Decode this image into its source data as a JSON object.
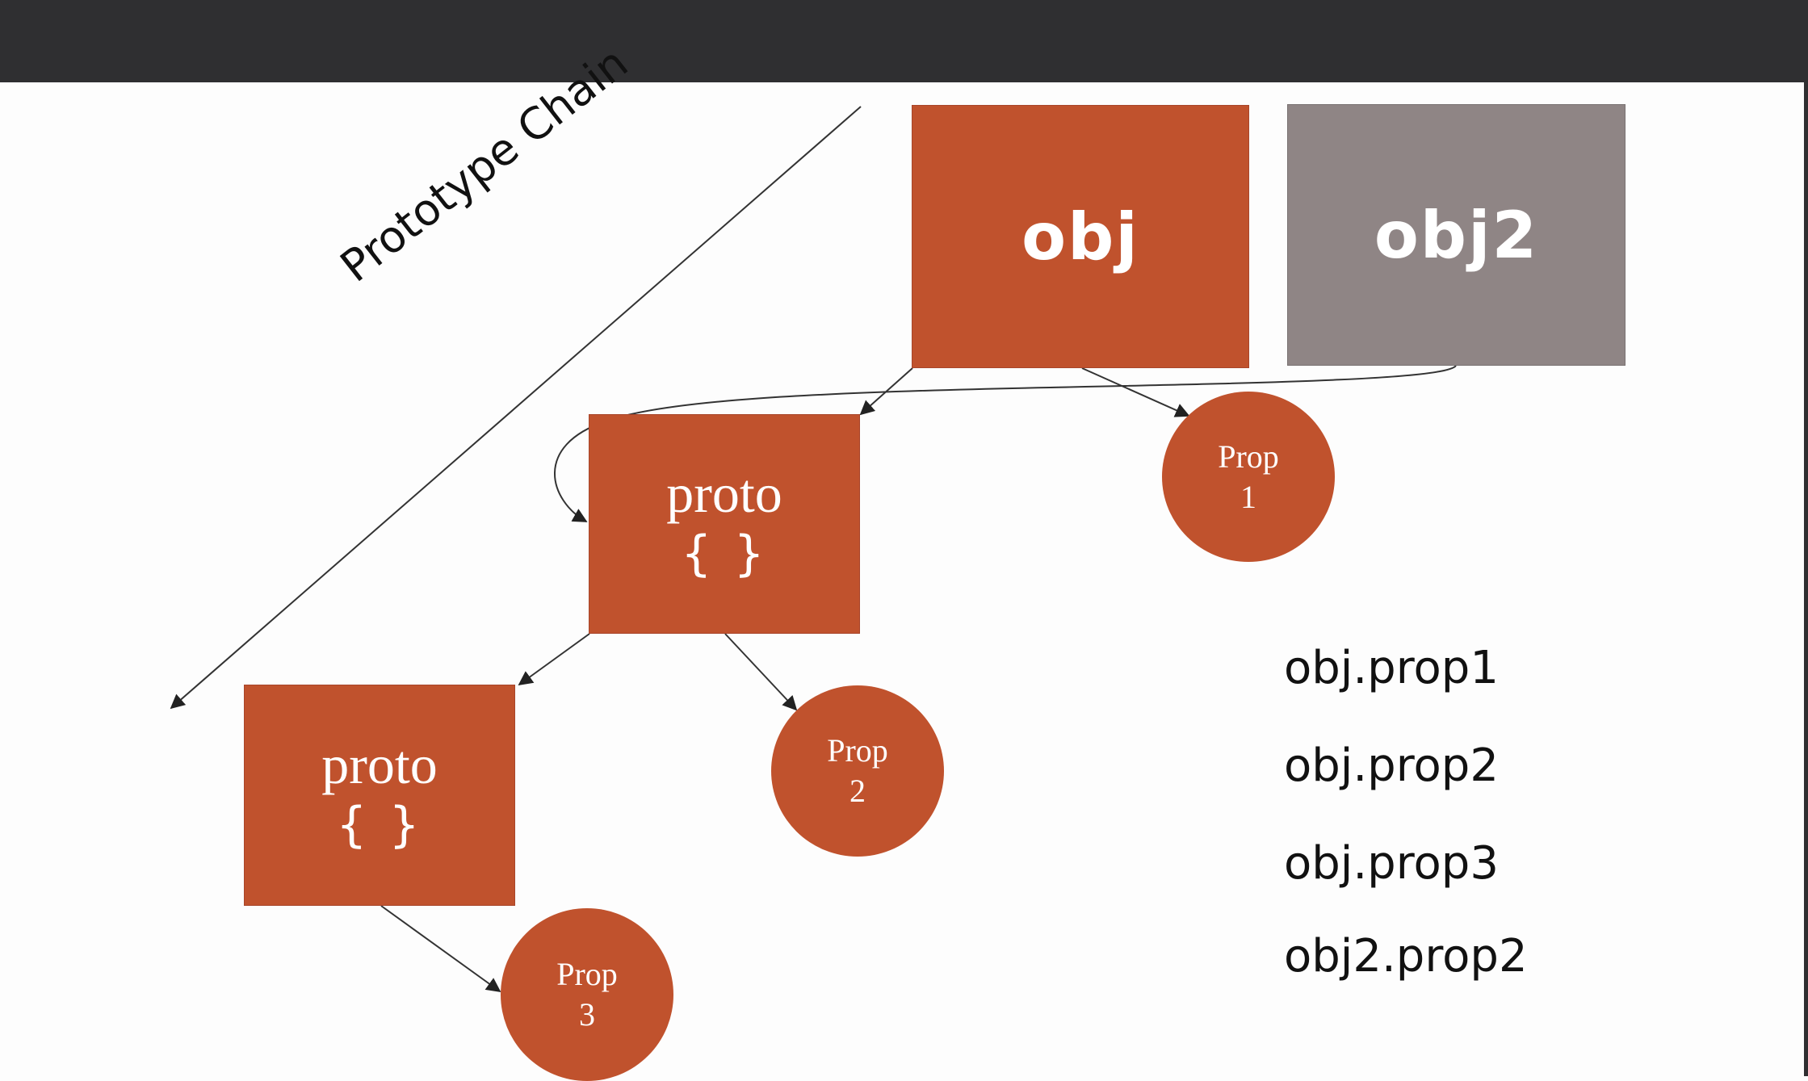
{
  "diagram": {
    "chain_label": "Prototype Chain",
    "obj": {
      "label": "obj",
      "color": "#c0522d"
    },
    "obj2": {
      "label": "obj2",
      "color": "#8f8585"
    },
    "proto1": {
      "label": "proto",
      "sub": "{ }",
      "color": "#c0522d"
    },
    "proto2": {
      "label": "proto",
      "sub": "{ }",
      "color": "#c0522d"
    },
    "prop1": {
      "line1": "Prop",
      "line2": "1",
      "color": "#c0522d"
    },
    "prop2": {
      "line1": "Prop",
      "line2": "2",
      "color": "#c0522d"
    },
    "prop3": {
      "line1": "Prop",
      "line2": "3",
      "color": "#c0522d"
    },
    "lookups": [
      "obj.prop1",
      "obj.prop2",
      "obj.prop3",
      "obj2.prop2"
    ]
  },
  "colors": {
    "top_bar": "#2f2f31",
    "background": "#fdfdfd",
    "accent": "#c0522d",
    "secondary": "#8f8585"
  }
}
